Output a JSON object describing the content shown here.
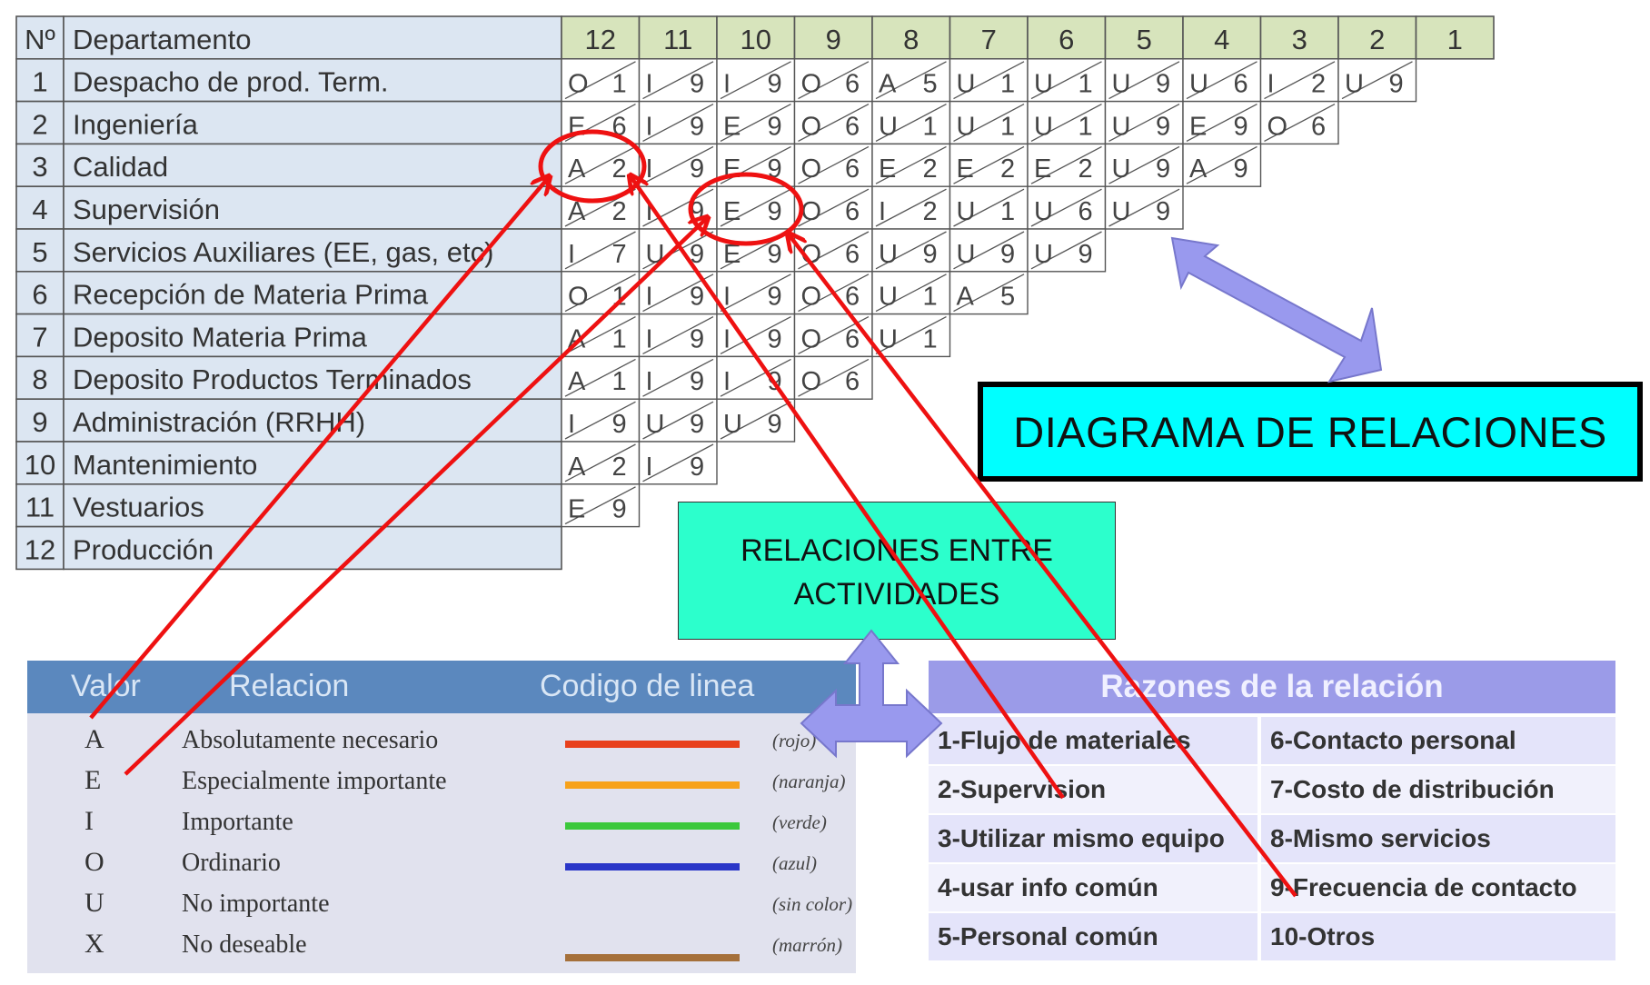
{
  "matrix": {
    "header_no": "Nº",
    "header_department": "Departamento",
    "column_numbers": [
      "12",
      "11",
      "10",
      "9",
      "8",
      "7",
      "6",
      "5",
      "4",
      "3",
      "2",
      "1"
    ],
    "departments": [
      {
        "no": "1",
        "name": "Despacho de prod. Term."
      },
      {
        "no": "2",
        "name": "Ingeniería"
      },
      {
        "no": "3",
        "name": "Calidad"
      },
      {
        "no": "4",
        "name": "Supervisión"
      },
      {
        "no": "5",
        "name": "Servicios Auxiliares (EE, gas, etc)"
      },
      {
        "no": "6",
        "name": "Recepción de Materia Prima"
      },
      {
        "no": "7",
        "name": "Deposito Materia Prima"
      },
      {
        "no": "8",
        "name": "Deposito Productos Terminados"
      },
      {
        "no": "9",
        "name": "Administración (RRHH)"
      },
      {
        "no": "10",
        "name": "Mantenimiento"
      },
      {
        "no": "11",
        "name": "Vestuarios"
      },
      {
        "no": "12",
        "name": "Producción"
      }
    ],
    "relations": [
      [
        "O 1",
        "I 9",
        "I 9",
        "O 6",
        "A 5",
        "U 1",
        "U 1",
        "U 9",
        "U 6",
        "I 2",
        "U 9"
      ],
      [
        "E 6",
        "I 9",
        "E 9",
        "O 6",
        "U 1",
        "U 1",
        "U 1",
        "U 9",
        "E 9",
        "O 6"
      ],
      [
        "A 2",
        "I 9",
        "E 9",
        "O 6",
        "E 2",
        "E 2",
        "E 2",
        "U 9",
        "A 9"
      ],
      [
        "A 2",
        "I 9",
        "E 9",
        "O 6",
        "I 2",
        "U 1",
        "U 6",
        "U 9"
      ],
      [
        "I 7",
        "U 9",
        "E 9",
        "O 6",
        "U 9",
        "U 9",
        "U 9"
      ],
      [
        "O 1",
        "I 9",
        "I 9",
        "O 6",
        "U 1",
        "A 5"
      ],
      [
        "A 1",
        "I 9",
        "I 9",
        "O 6",
        "U 1"
      ],
      [
        "A 1",
        "I 9",
        "I 9",
        "O 6"
      ],
      [
        "I 9",
        "U 9",
        "U 9"
      ],
      [
        "A 2",
        "I 9"
      ],
      [
        "E 9"
      ],
      []
    ]
  },
  "diagram_title": "DIAGRAMA DE RELACIONES",
  "activities_box": {
    "line1": "RELACIONES ENTRE",
    "line2": "ACTIVIDADES"
  },
  "legend": {
    "header": {
      "value": "Valor",
      "relation": "Relacion",
      "line_code": "Codigo de linea"
    },
    "rows": [
      {
        "value": "A",
        "relation": "Absolutamente necesario",
        "color_name": "(rojo)",
        "line_color": "#e8401c"
      },
      {
        "value": "E",
        "relation": "Especialmente importante",
        "color_name": "(naranja)",
        "line_color": "#f7a21b"
      },
      {
        "value": "I",
        "relation": "Importante",
        "color_name": "(verde)",
        "line_color": "#3cc83c"
      },
      {
        "value": "O",
        "relation": "Ordinario",
        "color_name": "(azul)",
        "line_color": "#2a36c8"
      },
      {
        "value": "U",
        "relation": "No importante",
        "color_name": "(sin color)",
        "line_color": ""
      },
      {
        "value": "X",
        "relation": "No deseable",
        "color_name": "(marrón)",
        "line_color": "#a5703a"
      }
    ]
  },
  "reasons": {
    "header": "Razones de la relación",
    "left": [
      "1-Flujo de materiales",
      "2-Supervision",
      "3-Utilizar mismo equipo",
      "4-usar info común",
      "5-Personal común"
    ],
    "right": [
      "6-Contacto personal",
      "7-Costo de  distribución",
      "8-Mismo servicios",
      "9-Frecuencia de contacto",
      "10-Otros"
    ]
  },
  "colors": {
    "annotation_red": "#ee1111",
    "arrow_purple": "#9999ee",
    "title_box": "#00ffff",
    "activities_box": "#2cffcc"
  }
}
